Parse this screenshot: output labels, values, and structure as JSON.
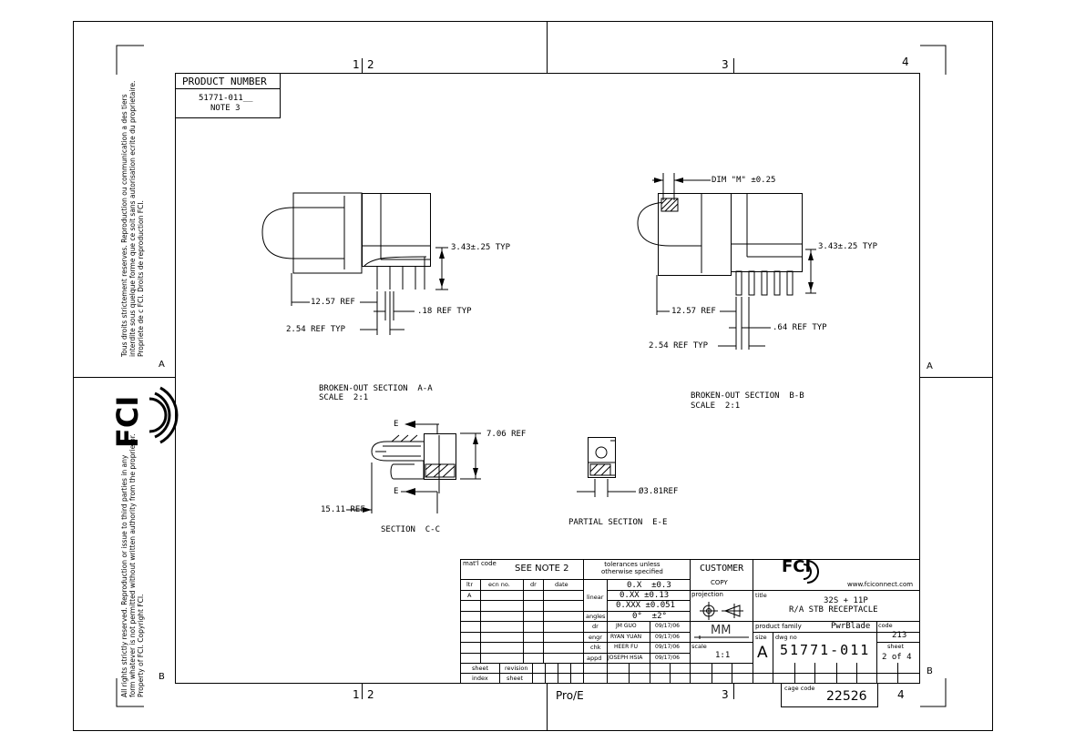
{
  "border": {
    "zones_top": [
      "1",
      "2",
      "3",
      "4"
    ],
    "zones_bottom": [
      "1",
      "2",
      "3",
      "4"
    ],
    "rows": [
      "A",
      "A",
      "B",
      "B"
    ],
    "software": "Pro/E"
  },
  "left_notice": {
    "fr": [
      "Tous droits strictement reserves.  Reproduction ou communication a des tiers",
      "interdite sous quelque forme que ce soit sans autorisation ecrite du proprietaire.",
      "Propriete de c FCI.  Droits de reproduction FCI."
    ],
    "en": [
      "All rights strictly reserved.  Reproduction or issue to third parties in any",
      "form whatever is not permitted without written authority from the proprietor.",
      "Property of FCI.  Copyright FCI."
    ],
    "logo": "FCI"
  },
  "product_number": {
    "header": "PRODUCT NUMBER",
    "value": "51771-011__",
    "note": "NOTE 3"
  },
  "view_aa": {
    "dim_typ": "3.43±.25 TYP",
    "dim_ref": "12.57 REF",
    "dim_pitch": "2.54 REF TYP",
    "dim_pin": ".18 REF TYP",
    "title": "BROKEN-OUT SECTION  A-A",
    "scale": "SCALE  2:1"
  },
  "view_bb": {
    "dim_m": "DIM \"M\" ±0.25",
    "dim_typ": "3.43±.25 TYP",
    "dim_ref": "12.57 REF",
    "dim_pitch": "2.54 REF TYP",
    "dim_pin": ".64 REF TYP",
    "title": "BROKEN-OUT SECTION  B-B",
    "scale": "SCALE  2:1"
  },
  "view_cc": {
    "label_e": "E",
    "dim_height": "7.06 REF",
    "dim_length": "15.11 REF",
    "title": "SECTION  C-C"
  },
  "view_ee": {
    "dim_dia": "Ø3.81REF",
    "title": "PARTIAL SECTION  E-E"
  },
  "title_block": {
    "matl_label": "mat'l code",
    "matl_value": "SEE NOTE 2",
    "rev_headers": [
      "ltr",
      "ecn no.",
      "dr",
      "date"
    ],
    "rev_ltr": "A",
    "tol_title": "tolerances unless\notherwise specified",
    "tol_linear_label": "linear",
    "tol_x": "0.X  ±0.3",
    "tol_xx": "0.XX ±0.13",
    "tol_xxx": "0.XXX ±0.051",
    "tol_angles_label": "angles",
    "tol_angles": "0°  ±2°",
    "approvals": [
      {
        "role": "dr",
        "name": "JM GUO",
        "date": "09/17/06"
      },
      {
        "role": "engr",
        "name": "RYAN YUAN",
        "date": "09/17/06"
      },
      {
        "role": "chk",
        "name": "HEER FU",
        "date": "09/17/06"
      },
      {
        "role": "appd",
        "name": "JOSEPH HSIA",
        "date": "09/17/06"
      }
    ],
    "customer": "CUSTOMER",
    "copy": "COPY",
    "projection": "projection",
    "units": "MM",
    "scale_label": "scale",
    "scale": "1:1",
    "website": "www.fciconnect.com",
    "title_label": "title",
    "title_line1": "32S + 11P",
    "title_line2": "R/A STB RECEPTACLE",
    "product_family_label": "product family",
    "product_family": "PwrBlade",
    "code_label": "code",
    "code": "213",
    "size_label": "size",
    "size": "A",
    "dwg_label": "dwg no",
    "dwg_no": "51771-011",
    "sheet_label": "sheet",
    "sheet_value": "2 of 4",
    "sheet_index_labels": [
      "sheet",
      "revision",
      "index",
      "sheet"
    ],
    "cage_label": "cage code",
    "cage_code": "22526"
  }
}
